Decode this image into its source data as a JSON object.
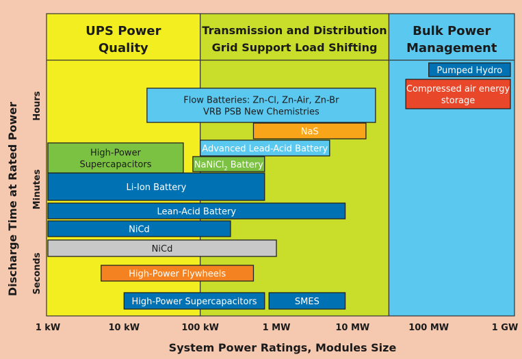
{
  "chart_data": {
    "type": "range-bar",
    "xlabel": "System Power Ratings, Modules Size",
    "ylabel": "Discharge Time at Rated Power",
    "x_scale": "log",
    "x_ticks": [
      {
        "label": "1 kW",
        "kw": 1
      },
      {
        "label": "10 kW",
        "kw": 10
      },
      {
        "label": "100 kW",
        "kw": 100
      },
      {
        "label": "1 MW",
        "kw": 1000
      },
      {
        "label": "10 MW",
        "kw": 10000
      },
      {
        "label": "100 MW",
        "kw": 100000
      },
      {
        "label": "1 GW",
        "kw": 1000000
      }
    ],
    "y_ticks": [
      "Seconds",
      "Minutes",
      "Hours"
    ],
    "regions": [
      {
        "name": "UPS Power Quality",
        "lines": [
          "UPS Power",
          "Quality"
        ],
        "from_kw": 1,
        "to_kw": 100,
        "color": "#f2ee1f"
      },
      {
        "name": "Transmission and Distribution Grid Support Load Shifting",
        "lines": [
          "Transmission and Distribution",
          "Grid Support Load Shifting"
        ],
        "from_kw": 100,
        "to_kw": 30000,
        "color": "#c8de2a"
      },
      {
        "name": "Bulk Power Management",
        "lines": [
          "Bulk Power",
          "Management"
        ],
        "from_kw": 30000,
        "to_kw": 1500000,
        "color": "#5bc8ef"
      }
    ],
    "technologies": [
      {
        "lines": [
          "Pumped Hydro"
        ],
        "from_kw": 100000,
        "to_kw": 1300000,
        "level": "hours",
        "fill": "#0072b3",
        "text": "#ffffff"
      },
      {
        "lines": [
          "Compressed air energy",
          "storage"
        ],
        "from_kw": 50000,
        "to_kw": 1300000,
        "level": "hours",
        "fill": "#e8472a",
        "text": "#ffffff"
      },
      {
        "lines": [
          "Flow Batteries: Zn-Cl, Zn-Air, Zn-Br",
          "VRB    PSB    New Chemistries"
        ],
        "from_kw": 20,
        "to_kw": 20000,
        "level": "hours",
        "fill": "#5bc8ef",
        "text": "#1a1a1a"
      },
      {
        "lines": [
          "NaS"
        ],
        "from_kw": 500,
        "to_kw": 15000,
        "level": "hours",
        "fill": "#f9a51a",
        "text": "#ffffff"
      },
      {
        "lines": [
          "Advanced Lead-Acid Battery"
        ],
        "from_kw": 100,
        "to_kw": 5000,
        "level": "minutes-hours",
        "fill": "#5bc8ef",
        "text": "#ffffff"
      },
      {
        "lines": [
          "High-Power",
          "Supercapacitors"
        ],
        "from_kw": 1,
        "to_kw": 60,
        "level": "minutes",
        "fill": "#7cc242",
        "text": "#1a1a1a"
      },
      {
        "lines": [
          "NaNiCl",
          "2",
          " Battery"
        ],
        "from_kw": 80,
        "to_kw": 700,
        "level": "minutes",
        "fill": "#7cc242",
        "text": "#ffffff",
        "subscript": true
      },
      {
        "lines": [
          "Li-Ion Battery"
        ],
        "from_kw": 1,
        "to_kw": 700,
        "level": "minutes",
        "fill": "#0072b3",
        "text": "#ffffff"
      },
      {
        "lines": [
          "Lean-Acid Battery"
        ],
        "from_kw": 1,
        "to_kw": 8000,
        "level": "minutes",
        "fill": "#0072b3",
        "text": "#ffffff"
      },
      {
        "lines": [
          "NiCd"
        ],
        "from_kw": 1,
        "to_kw": 250,
        "level": "minutes-seconds",
        "fill": "#0072b3",
        "text": "#ffffff"
      },
      {
        "lines": [
          "NiCd"
        ],
        "from_kw": 1,
        "to_kw": 1000,
        "level": "seconds",
        "fill": "#c8c8c8",
        "text": "#1a1a1a"
      },
      {
        "lines": [
          "High-Power Flywheels"
        ],
        "from_kw": 5,
        "to_kw": 500,
        "level": "seconds",
        "fill": "#f58220",
        "text": "#ffffff"
      },
      {
        "lines": [
          "High-Power Supercapacitors"
        ],
        "from_kw": 10,
        "to_kw": 700,
        "level": "seconds",
        "fill": "#0072b3",
        "text": "#ffffff"
      },
      {
        "lines": [
          "SMES"
        ],
        "from_kw": 800,
        "to_kw": 8000,
        "level": "seconds",
        "fill": "#0072b3",
        "text": "#ffffff"
      }
    ]
  }
}
